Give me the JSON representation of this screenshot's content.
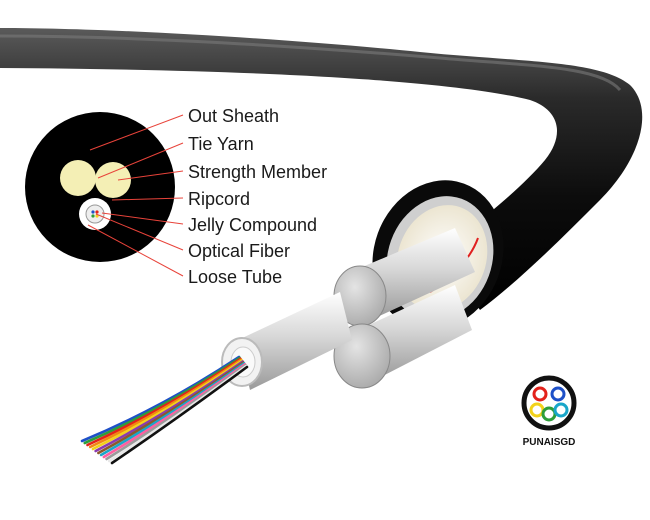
{
  "labels": [
    {
      "text": "Out Sheath"
    },
    {
      "text": "Tie Yarn"
    },
    {
      "text": "Strength Member"
    },
    {
      "text": "Ripcord"
    },
    {
      "text": "Jelly Compound"
    },
    {
      "text": "Optical Fiber"
    },
    {
      "text": "Loose Tube"
    }
  ],
  "brand": {
    "name": "PUNAISGD"
  },
  "colors": {
    "sheath": "#111111",
    "leader": "#e8433a",
    "strength_member": "#f4efb5",
    "tube": "#e6e6e6",
    "ripcord": "#e02020"
  },
  "fiber_colors": [
    "#1e50c8",
    "#2e9e3a",
    "#e3221b",
    "#f08a12",
    "#f2d21a",
    "#8a3bb0",
    "#8b5a2b",
    "#19a6c9",
    "#ff5fa0",
    "#9b9b9b",
    "#ffffff",
    "#111111"
  ],
  "logo_dot_colors": [
    "#e3221b",
    "#1e50c8",
    "#f2d21a",
    "#2e9e3a",
    "#19a6c9"
  ]
}
